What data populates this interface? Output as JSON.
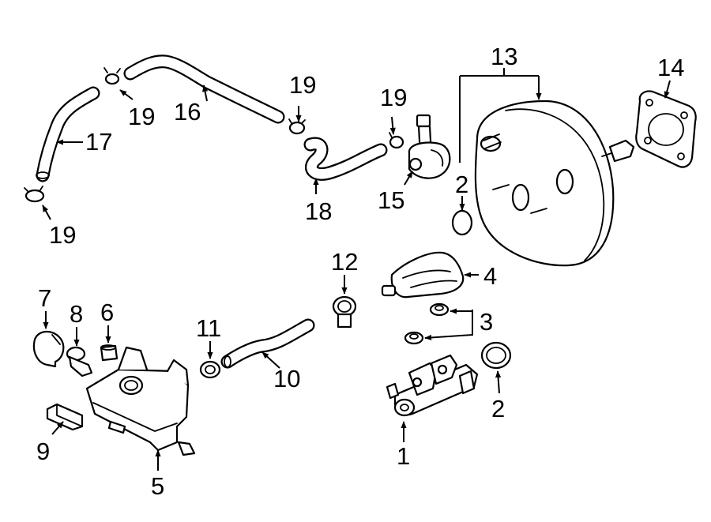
{
  "callouts": [
    {
      "id": "1",
      "text": "1"
    },
    {
      "id": "2a",
      "text": "2"
    },
    {
      "id": "2b",
      "text": "2"
    },
    {
      "id": "3",
      "text": "3"
    },
    {
      "id": "4",
      "text": "4"
    },
    {
      "id": "5",
      "text": "5"
    },
    {
      "id": "6",
      "text": "6"
    },
    {
      "id": "7",
      "text": "7"
    },
    {
      "id": "8",
      "text": "8"
    },
    {
      "id": "9",
      "text": "9"
    },
    {
      "id": "10",
      "text": "10"
    },
    {
      "id": "11",
      "text": "11"
    },
    {
      "id": "12",
      "text": "12"
    },
    {
      "id": "13",
      "text": "13"
    },
    {
      "id": "14",
      "text": "14"
    },
    {
      "id": "15",
      "text": "15"
    },
    {
      "id": "16",
      "text": "16"
    },
    {
      "id": "17",
      "text": "17"
    },
    {
      "id": "18",
      "text": "18"
    },
    {
      "id": "19a",
      "text": "19"
    },
    {
      "id": "19b",
      "text": "19"
    },
    {
      "id": "19c",
      "text": "19"
    },
    {
      "id": "19d",
      "text": "19"
    }
  ],
  "colors": {
    "line": "#000000",
    "background": "#ffffff"
  }
}
